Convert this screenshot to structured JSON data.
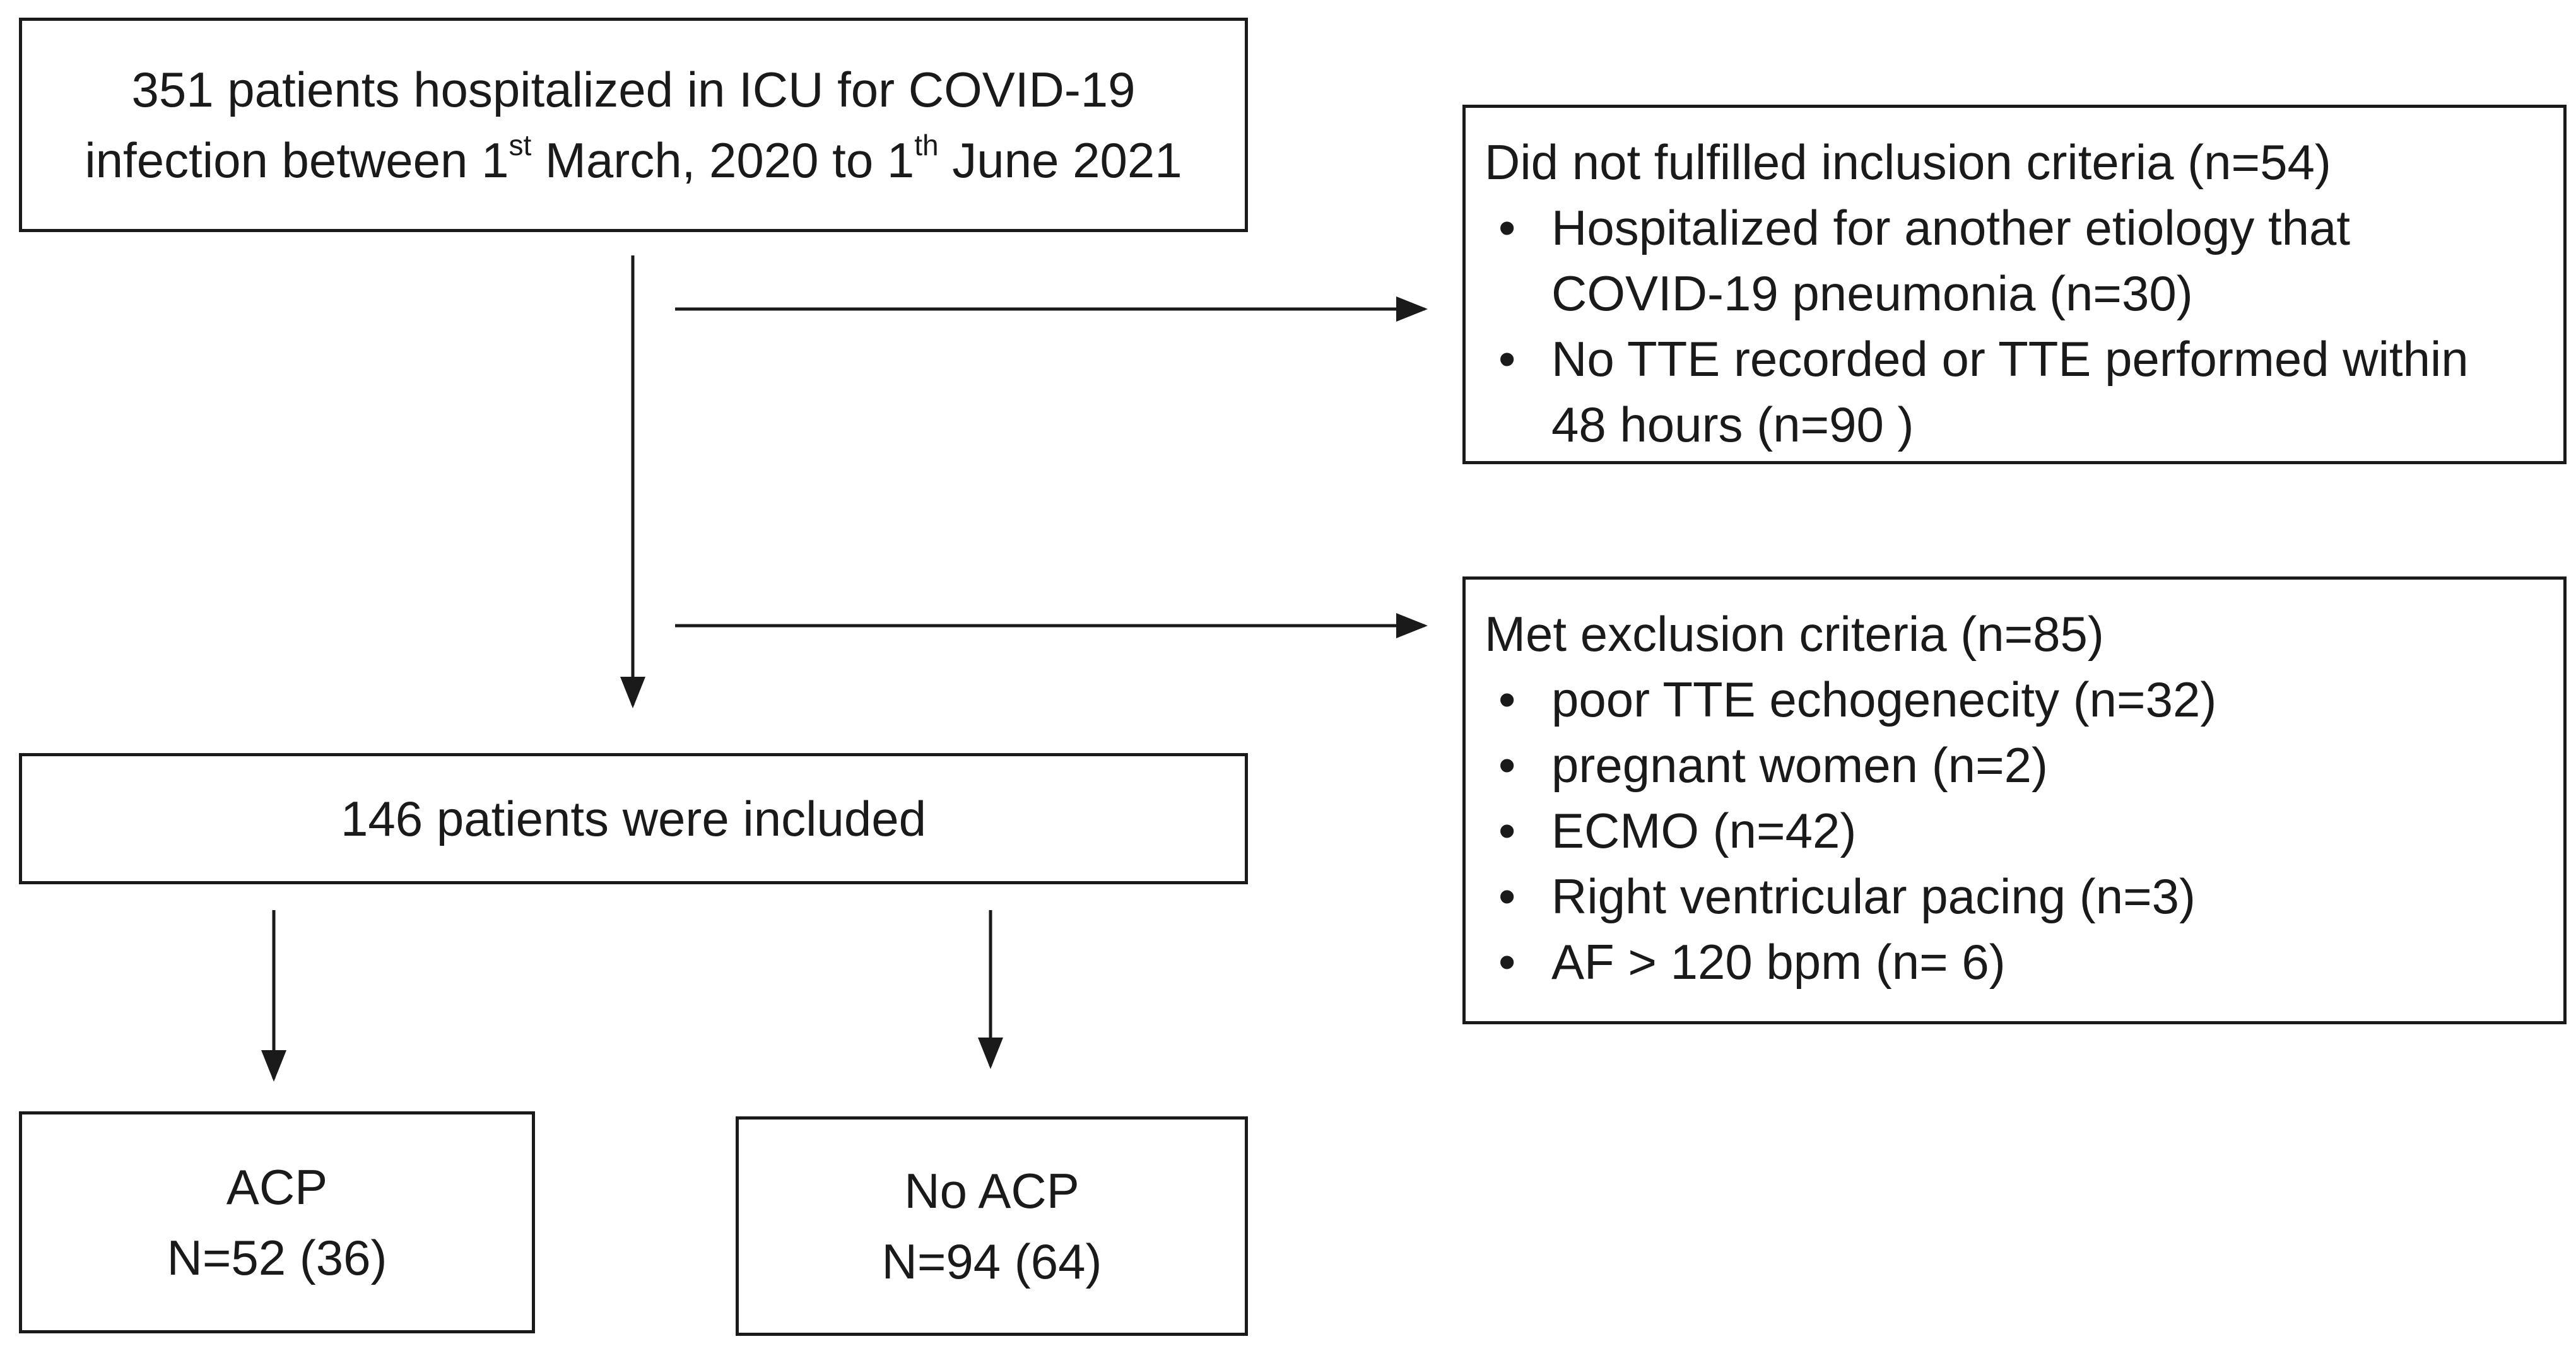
{
  "top_box": {
    "line1": "351 patients hospitalized in ICU for COVID-19",
    "line2_a": "infection between 1",
    "line2_sup1": "st",
    "line2_b": " March, 2020 to 1",
    "line2_sup2": "th",
    "line2_c": " June 2021"
  },
  "inclusion_box": {
    "heading": "Did not fulfilled inclusion criteria (n=54)",
    "bullet": "•",
    "items": [
      {
        "line1": "Hospitalized for another etiology that",
        "line2": "COVID-19 pneumonia (n=30)"
      },
      {
        "line1": "No TTE recorded or TTE performed within",
        "line2": "48 hours (n=90 )"
      }
    ]
  },
  "exclusion_box": {
    "heading": "Met exclusion criteria (n=85)",
    "bullet": "•",
    "items": [
      "poor TTE echogenecity (n=32)",
      "pregnant women (n=2)",
      "ECMO (n=42)",
      "Right ventricular pacing (n=3)",
      "AF > 120 bpm (n= 6)"
    ]
  },
  "included_box": {
    "text": "146 patients were included"
  },
  "acp_box": {
    "label": "ACP",
    "count": "N=52 (36)"
  },
  "no_acp_box": {
    "label": "No ACP",
    "count": "N=94 (64)"
  }
}
